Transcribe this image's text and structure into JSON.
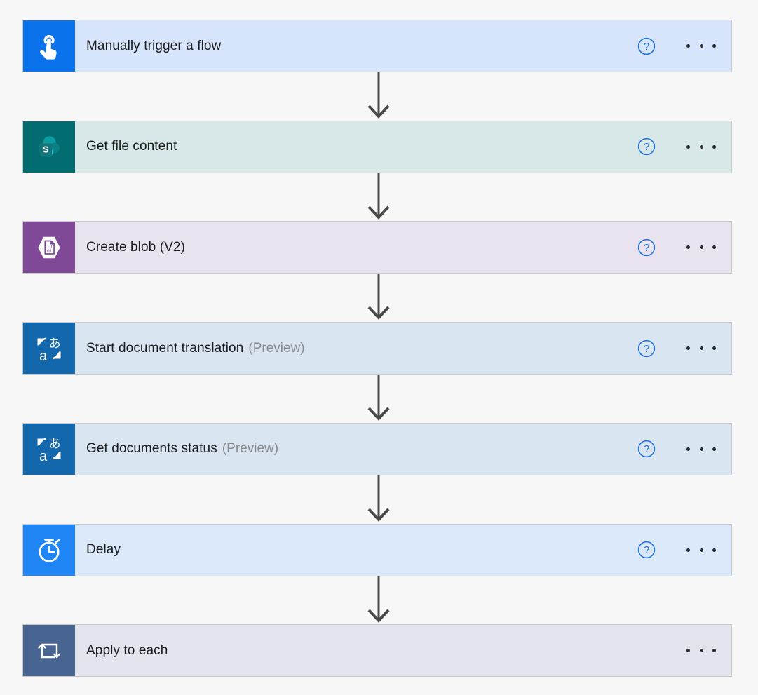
{
  "canvas": {
    "background_color": "#f7f7f7",
    "card_border_color": "#c8c8c8",
    "connector_color": "#4a4a4a",
    "help_icon_color": "#1a6fe0",
    "more_dot_color": "#2b2b2b",
    "suffix_text_color": "#8a8a8a"
  },
  "steps": [
    {
      "title": "Manually trigger a flow",
      "suffix": "",
      "icon_name": "manual-trigger-icon",
      "icon_tile_color": "#0a72ea",
      "body_color": "#d6e5fb",
      "has_help": true,
      "has_more": true,
      "more_label": "..."
    },
    {
      "title": "Get file content",
      "suffix": "",
      "icon_name": "sharepoint-icon",
      "icon_tile_color": "#036c70",
      "body_color": "#d8e7e7",
      "has_help": true,
      "has_more": true,
      "more_label": "..."
    },
    {
      "title": "Create blob (V2)",
      "suffix": "",
      "icon_name": "azure-blob-storage-icon",
      "icon_tile_color": "#804998",
      "body_color": "#e9e2ef",
      "has_help": true,
      "has_more": true,
      "more_label": "..."
    },
    {
      "title": "Start document translation",
      "suffix": "(Preview)",
      "icon_name": "translator-icon",
      "icon_tile_color": "#1267ad",
      "body_color": "#dae5f2",
      "has_help": true,
      "has_more": true,
      "more_label": "..."
    },
    {
      "title": "Get documents status",
      "suffix": "(Preview)",
      "icon_name": "translator-icon",
      "icon_tile_color": "#1267ad",
      "body_color": "#dae5f2",
      "has_help": true,
      "has_more": true,
      "more_label": "..."
    },
    {
      "title": "Delay",
      "suffix": "",
      "icon_name": "stopwatch-icon",
      "icon_tile_color": "#2186f5",
      "body_color": "#dae8fa",
      "has_help": true,
      "has_more": true,
      "more_label": "..."
    },
    {
      "title": "Apply to each",
      "suffix": "",
      "icon_name": "loop-repeat-icon",
      "icon_tile_color": "#486591",
      "body_color": "#e2e5ee",
      "has_help": false,
      "has_more": true,
      "more_label": "..."
    }
  ],
  "connectors": [
    {
      "name": "connector-arrow-down",
      "from": "Manually trigger a flow",
      "to": "Get file content"
    },
    {
      "name": "connector-arrow-down",
      "from": "Get file content",
      "to": "Create blob (V2)"
    },
    {
      "name": "connector-arrow-down",
      "from": "Create blob (V2)",
      "to": "Start document translation"
    },
    {
      "name": "connector-arrow-down",
      "from": "Start document translation",
      "to": "Get documents status"
    },
    {
      "name": "connector-arrow-down",
      "from": "Get documents status",
      "to": "Delay"
    },
    {
      "name": "connector-arrow-down",
      "from": "Delay",
      "to": "Apply to each"
    }
  ]
}
